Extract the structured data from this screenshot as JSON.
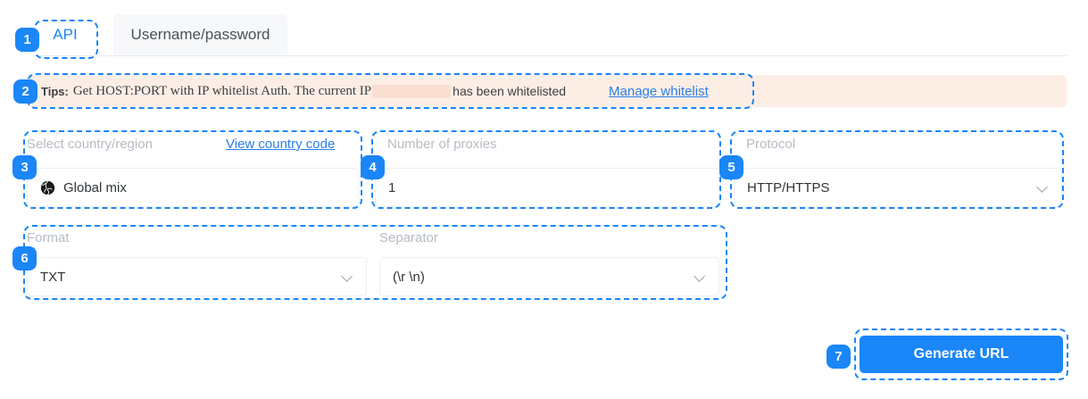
{
  "tabs": [
    {
      "label": "API",
      "active": true
    },
    {
      "label": "Username/password",
      "active": false
    }
  ],
  "tips": {
    "label": "Tips:",
    "text_before": "Get HOST:PORT with IP whitelist Auth. The current IP",
    "redacted_value": "",
    "text_after": "has been whitelisted",
    "link": "Manage whitelist"
  },
  "fields": {
    "country": {
      "label": "Select country/region",
      "value": "Global mix",
      "link": "View country code"
    },
    "proxies": {
      "label": "Number of proxies",
      "value": "1"
    },
    "protocol": {
      "label": "Protocol",
      "value": "HTTP/HTTPS"
    },
    "format": {
      "label": "Format",
      "value": "TXT"
    },
    "separator": {
      "label": "Separator",
      "value": "(\\r \\n)"
    }
  },
  "actions": {
    "generate": "Generate URL"
  },
  "annotations": [
    {
      "number": "1"
    },
    {
      "number": "2"
    },
    {
      "number": "3"
    },
    {
      "number": "4"
    },
    {
      "number": "5"
    },
    {
      "number": "6"
    },
    {
      "number": "7"
    }
  ],
  "colors": {
    "accent": "#1a86f7",
    "banner_bg": "#fdeee5",
    "link": "#2b7fe8",
    "label_gray": "#b6bcc4"
  }
}
